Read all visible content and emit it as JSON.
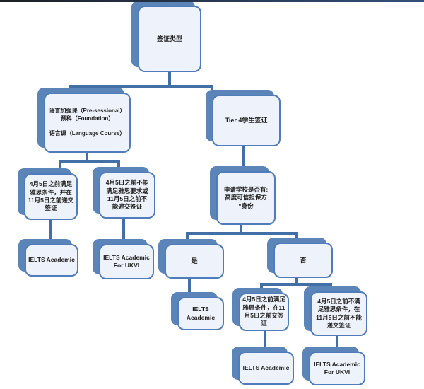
{
  "colors": {
    "node_fill": "#eef2fa",
    "node_border": "#4f7cba",
    "node_shadow": "#5b84b8",
    "connector": "#426fa5",
    "text": "#1f1f1f",
    "baseline": "#1c1f24"
  },
  "nodes": {
    "root": "签证类型",
    "course_types": "语言加强课（Pre-sessional）\n预科（Foundation）\n\n语言课（Language Course）",
    "tier4": "Tier 4学生签证",
    "meet_ielts_before_apr5": "4月5日之前满足\n雅思条件，并在\n11月5日之前递交\n签证",
    "not_meet_ielts_before_apr5": "4月5日之前不能\n满足雅思要求或\n11月5日之前不\n能递交签证",
    "school_trusted_sponsor": "申请学校是否有:\n高度可信担保方\n“身份",
    "yes": "是",
    "no": "否",
    "ielts_academic_left": "IELTS Academic",
    "ielts_ukvi_left": "IELTS Academic\nFor UKVI",
    "ielts_academic_yes": "IELTS Academic",
    "meet_ielts_submit": "4月5日之前满足\n雅思条件，在11\n月5日之前交签证",
    "not_meet_ielts_cannot_submit": "4月5日之前不满\n足雅思条件，在\n11月5日之前不能\n递交签证",
    "ielts_academic_bottom": "IELTS Academic",
    "ielts_ukvi_bottom": "IELTS Academic\nFor UKVI"
  }
}
